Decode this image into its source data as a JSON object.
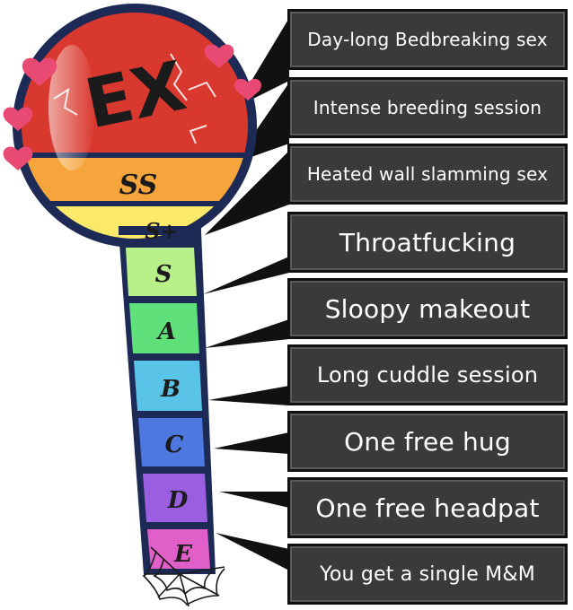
{
  "meter": {
    "grades": [
      "EX",
      "SS",
      "S+",
      "S",
      "A",
      "B",
      "C",
      "D",
      "E"
    ],
    "colors": {
      "ex": "#d9382e",
      "ss": "#f5a53c",
      "splus": "#fbe96a",
      "s": "#b8f08a",
      "a": "#5fe07a",
      "b": "#59c4e8",
      "c": "#4d78e0",
      "d": "#9a5fe0",
      "e": "#e05fc9",
      "outline": "#1d2a55",
      "heart": "#e84a73"
    }
  },
  "tiers": [
    {
      "label": "Day-long Bedbreaking sex"
    },
    {
      "label": "Intense breeding session"
    },
    {
      "label": "Heated wall slamming sex"
    },
    {
      "label": "Throatfucking"
    },
    {
      "label": "Sloopy makeout"
    },
    {
      "label": "Long cuddle session"
    },
    {
      "label": "One free hug"
    },
    {
      "label": "One free headpat"
    },
    {
      "label": "You get a single M&M"
    }
  ]
}
